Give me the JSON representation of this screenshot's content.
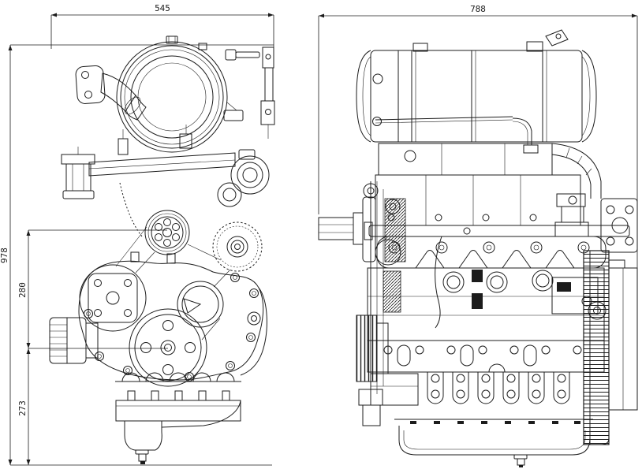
{
  "drawing": {
    "type": "engine-outline-2-view",
    "background_color": "#ffffff",
    "line_color": "#1c1c1c",
    "views": {
      "front_view": "front-elevation",
      "side_view": "side-elevation"
    },
    "dimensions": {
      "front_view_width": "545",
      "side_view_length": "788",
      "overall_height": "978",
      "upper_section_height": "280",
      "lower_section_height": "273"
    }
  }
}
